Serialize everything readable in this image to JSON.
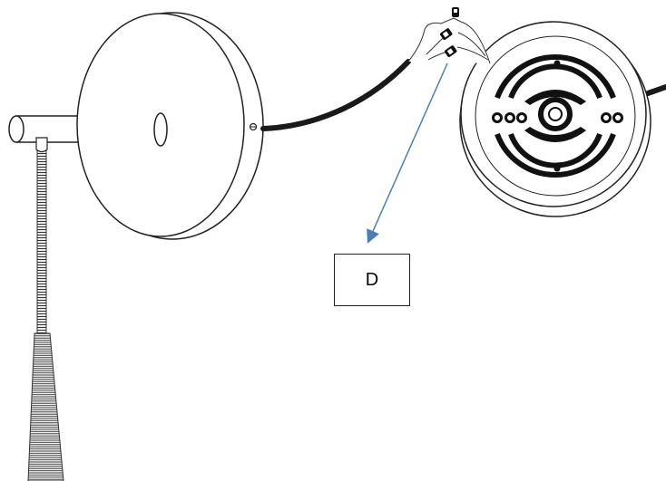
{
  "callout": {
    "label": "D"
  },
  "colors": {
    "outline": "#222222",
    "cable": "#1a1a1a",
    "arrow": "#4a7fb5",
    "background": "#ffffff"
  },
  "icons": [
    "wall-mounting-plate",
    "mounting-bracket",
    "lamp-arm",
    "flexible-gooseneck",
    "lamp-shade",
    "power-cable",
    "wire-connectors"
  ]
}
